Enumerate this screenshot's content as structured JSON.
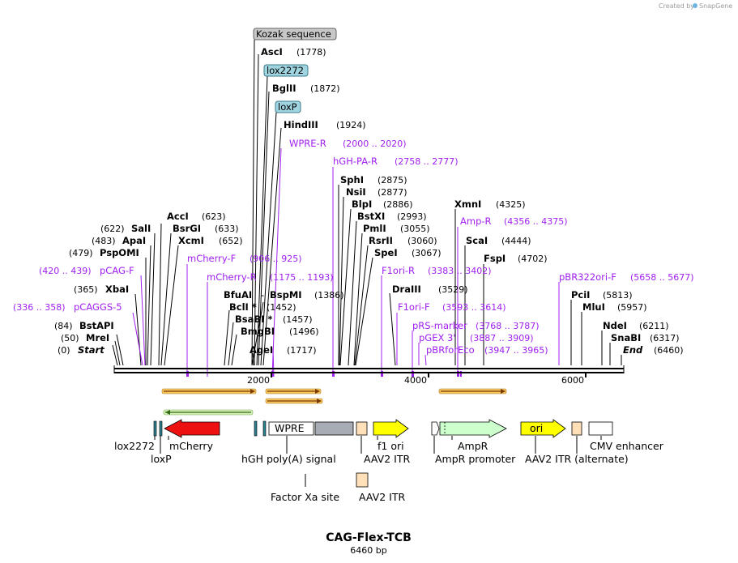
{
  "watermark": "Created by",
  "brand": "SnapGene",
  "title": "CAG-Flex-TCB",
  "subtitle": "6460 bp",
  "ticks": [
    "2000",
    "4000",
    "6000"
  ],
  "tags": {
    "kozak": "Kozak sequence",
    "lox2272": "lox2272",
    "loxp": "loxP"
  },
  "enzymes": {
    "asci": {
      "name": "AscI",
      "pos": "(1778)"
    },
    "bglii": {
      "name": "BglII",
      "pos": "(1872)"
    },
    "hindiii": {
      "name": "HindIII",
      "pos": "(1924)"
    },
    "sphi": {
      "name": "SphI",
      "pos": "(2875)"
    },
    "nsii": {
      "name": "NsiI",
      "pos": "(2877)"
    },
    "blpi": {
      "name": "BlpI",
      "pos": "(2886)"
    },
    "bstxi": {
      "name": "BstXI",
      "pos": "(2993)"
    },
    "pmli": {
      "name": "PmlI",
      "pos": "(3055)"
    },
    "rsrii": {
      "name": "RsrII",
      "pos": "(3060)"
    },
    "spei": {
      "name": "SpeI",
      "pos": "(3067)"
    },
    "draiii": {
      "name": "DraIII",
      "pos": "(3529)"
    },
    "xmni": {
      "name": "XmnI",
      "pos": "(4325)"
    },
    "scai": {
      "name": "ScaI",
      "pos": "(4444)"
    },
    "fspi": {
      "name": "FspI",
      "pos": "(4702)"
    },
    "pcii": {
      "name": "PciI",
      "pos": "(5813)"
    },
    "mlui": {
      "name": "MluI",
      "pos": "(5957)"
    },
    "ndei": {
      "name": "NdeI",
      "pos": "(6211)"
    },
    "snabi": {
      "name": "SnaBI",
      "pos": "(6317)"
    },
    "end": {
      "name": "End",
      "pos": "(6460)"
    },
    "acci": {
      "name": "AccI",
      "pos": "(623)"
    },
    "sali": {
      "name": "SalI",
      "pos": "(622)"
    },
    "bsrgi": {
      "name": "BsrGI",
      "pos": "(633)"
    },
    "apai": {
      "name": "ApaI",
      "pos": "(483)"
    },
    "xcmi": {
      "name": "XcmI",
      "pos": "(652)"
    },
    "pspomi": {
      "name": "PspOMI",
      "pos": "(479)"
    },
    "xbai": {
      "name": "XbaI",
      "pos": "(365)"
    },
    "bfuai": {
      "name": "BfuAI",
      "dash": "-",
      "name2": "BspMI",
      "pos": "(1386)"
    },
    "bcli": {
      "name": "BclI *",
      "pos": "(1452)"
    },
    "bsabi": {
      "name": "BsaBI *",
      "pos": "(1457)"
    },
    "bmgbi": {
      "name": "BmgBI",
      "pos": "(1496)"
    },
    "agei": {
      "name": "AgeI",
      "pos": "(1717)"
    },
    "bstapi": {
      "name": "BstAPI",
      "pos": "(84)"
    },
    "mrei": {
      "name": "MreI",
      "pos": "(50)"
    },
    "start": {
      "name": "Start",
      "pos": "(0)"
    }
  },
  "primers": {
    "wpre_r": {
      "name": "WPRE-R",
      "pos": "(2000 .. 2020)"
    },
    "hgh_pa_r": {
      "name": "hGH-PA-R",
      "pos": "(2758 .. 2777)"
    },
    "amp_r": {
      "name": "Amp-R",
      "pos": "(4356 .. 4375)"
    },
    "mcherry_f": {
      "name": "mCherry-F",
      "pos": "(906 .. 925)"
    },
    "pcag_f": {
      "name": "pCAG-F",
      "pos": "(420 .. 439)"
    },
    "mcherry_r": {
      "name": "mCherry-R",
      "pos": "(1175 .. 1193)"
    },
    "f1ori_r": {
      "name": "F1ori-R",
      "pos": "(3383 .. 3402)"
    },
    "pbr322ori_f": {
      "name": "pBR322ori-F",
      "pos": "(5658 .. 5677)"
    },
    "pcaggs_5": {
      "name": "pCAGGS-5",
      "pos": "(336 .. 358)"
    },
    "f1ori_f": {
      "name": "F1ori-F",
      "pos": "(3593 .. 3614)"
    },
    "prs_marker": {
      "name": "pRS-marker",
      "pos": "(3768 .. 3787)"
    },
    "pgex_3": {
      "name": "pGEX 3'",
      "pos": "(3887 .. 3909)"
    },
    "pbrforeco": {
      "name": "pBRforEco",
      "pos": "(3947 .. 3965)"
    }
  },
  "features": {
    "lox2272": "lox2272",
    "loxp": "loxP",
    "mcherry": "mCherry",
    "hgh": "hGH poly(A) signal",
    "wpre": "WPRE",
    "f1ori": "f1 ori",
    "aav2itr": "AAV2 ITR",
    "ampr": "AmpR",
    "ampr_promoter": "AmpR promoter",
    "ori": "ori",
    "aav2itr_alt": "AAV2 ITR (alternate)",
    "cmv": "CMV enhancer",
    "factor_xa": "Factor Xa site",
    "aav2itr_legend": "AAV2 ITR"
  },
  "colors": {
    "primer": "#a020f0",
    "mcherry": "#ee1111",
    "f1ori": "#ffff00",
    "ampr": "#ccffcc",
    "aav2itr": "#ffe0b8",
    "wpre_grey": "#a8acb4",
    "tag_grey": "#c8c8c8",
    "tag_blue": "#9fd4e0",
    "orf_orange": "#f6c55f"
  }
}
